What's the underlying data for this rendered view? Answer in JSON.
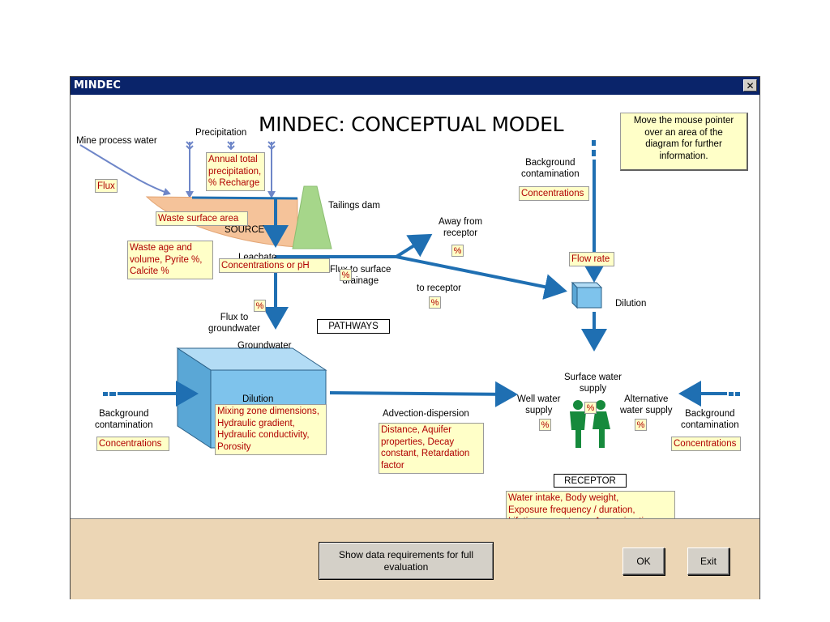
{
  "window": {
    "title": "MINDEC",
    "close_label": "✕"
  },
  "diagram": {
    "title": "MINDEC: CONCEPTUAL MODEL",
    "info_box": "Move the mouse pointer\nover an area of the\ndiagram for further\ninformation.",
    "labels": {
      "mine_process_water": "Mine process water",
      "precipitation": "Precipitation",
      "tailings_dam": "Tailings dam",
      "source": "SOURCE",
      "leachate": "Leachate",
      "flux_surface_drainage": "Flux to surface\ndrainage",
      "away_from_receptor": "Away from\nreceptor",
      "to_receptor": "to receptor",
      "background_contamination_top": "Background\ncontamination",
      "dilution_right": "Dilution",
      "flux_groundwater": "Flux to\ngroundwater",
      "pathways": "PATHWAYS",
      "groundwater": "Groundwater",
      "dilution_gw": "Dilution",
      "background_contamination_left": "Background\ncontamination",
      "advection_dispersion": "Advection-dispersion",
      "surface_water_supply": "Surface water\nsupply",
      "well_water_supply": "Well water\nsupply",
      "alternative_water_supply": "Alternative\nwater supply",
      "background_contamination_right": "Background\ncontamination",
      "receptor": "RECEPTOR"
    },
    "notes": {
      "flux": "Flux",
      "annual_precip": "Annual total\nprecipitation,\n% Recharge",
      "waste_surface_area": "Waste surface area",
      "waste_age": "Waste age and\nvolume, Pyrite %,\nCalcite %",
      "concentrations_ph": "Concentrations or pH",
      "concentrations_top": "Concentrations",
      "flow_rate": "Flow rate",
      "mixing_zone": "Mixing zone dimensions,\nHydraulic gradient,\nHydraulic conductivity,\nPorosity",
      "distance_aquifer": "Distance, Aquifer\nproperties, Decay\nconstant, Retardation\nfactor",
      "concentrations_left": "Concentrations",
      "concentrations_right": "Concentrations",
      "water_intake": "Water intake, Body weight,\nExposure frequency / duration,\nLifetime expectancy, Averaging time",
      "percent": "%"
    }
  },
  "footer": {
    "show_button": "Show data requirements for full\nevaluation",
    "ok_button": "OK",
    "exit_button": "Exit"
  },
  "colors": {
    "titlebar": "#0a246a",
    "arrow": "#1f6fb2",
    "groundwater_box": "#7ec3ec",
    "tailings": "#f5c39a",
    "dam": "#a6d68a",
    "note_bg": "#ffffc8",
    "note_text": "#b00000",
    "footer": "#ecd6b5",
    "person": "#168a3c"
  }
}
